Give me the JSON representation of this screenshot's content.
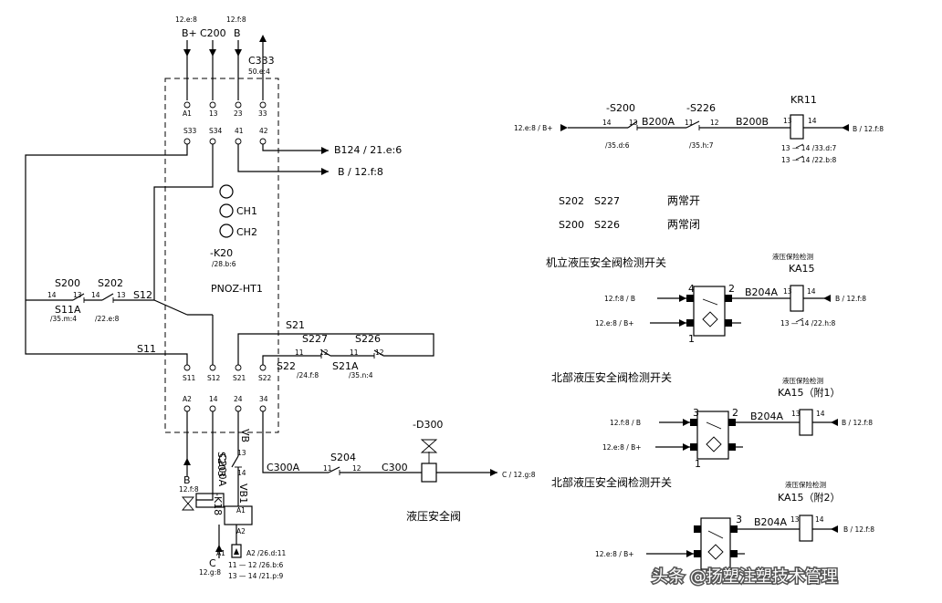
{
  "left": {
    "top_refs": {
      "bplus_ref": "12.e:8",
      "b_ref": "12.f:8"
    },
    "top_labels": {
      "bplus": "B+",
      "c200": "C200",
      "b": "B",
      "c333": "C333",
      "c333_ref": "50.e:4"
    },
    "terminals_top": [
      "A1",
      "13",
      "23",
      "33"
    ],
    "terminals_row2": [
      "S33",
      "S34",
      "41",
      "42"
    ],
    "out_b124": "B124 / 21.e:6",
    "out_b": "B / 12.f:8",
    "ch1": "CH1",
    "ch2": "CH2",
    "k20": "-K20",
    "k20_ref": "/28.b:6",
    "module": "PNOZ-HT1",
    "s200": "S200",
    "s202": "S202",
    "s12": "S12",
    "c14a": "14",
    "c13a": "13",
    "c14b": "14",
    "c13b": "13",
    "s11a": "S11A",
    "s11a_ref1": "/35.m:4",
    "s11a_ref2": "/22.e:8",
    "s21": "S21",
    "s227": "S227",
    "s226": "S226",
    "c11a": "11",
    "c12a": "12",
    "c11b": "11",
    "c12b": "12",
    "s22": "S22",
    "s21a": "S21A",
    "s21a_ref1": "/24.f:8",
    "s21a_ref2": "/35.n:4",
    "s11": "S11",
    "terminals_row3": [
      "S11",
      "S12",
      "S21",
      "S22"
    ],
    "terminals_bottom": [
      "A2",
      "14",
      "24",
      "34"
    ],
    "b_small": "B",
    "b_small_ref": "12.f:8",
    "c200a": "C200A",
    "s203": "S203",
    "vb": "VB",
    "vb1": "VB1",
    "k13": "13",
    "k14": "14",
    "k18": "-K18",
    "a1": "A1",
    "a2": "A2",
    "a1b": "A1",
    "a2b": "A2",
    "a2b_ref": "/26.d:11",
    "c_small": "C",
    "c_small_ref": "12.g:8",
    "ref_1112": "11 — 12 /26.b:6",
    "ref_1314": "13 — 14 /21.p:9",
    "c300a": "C300A",
    "s204": "S204",
    "c11c": "11",
    "c12c": "12",
    "c300": "C300",
    "d300": "-D300",
    "out_c": "C / 12.g:8",
    "valve_caption": "液压安全阀"
  },
  "topright": {
    "in_ref": "12.e:8 / B+",
    "s200": "-S200",
    "s226": "-S226",
    "c14": "14",
    "c13": "13",
    "c11": "11",
    "c12": "12",
    "b200a": "B200A",
    "b200b": "B200B",
    "s200_ref": "/35.d:6",
    "s226_ref": "/35.h:7",
    "kr11": "KR11",
    "kr_13": "13",
    "kr_14": "14",
    "kr_ref1": "13 — 14 /33.d:7",
    "kr_ref2": "13 — 14 /22.b:8",
    "out_ref": "B / 12.f:8"
  },
  "legend": {
    "row1": [
      "S202",
      "S227",
      "两常开"
    ],
    "row2": [
      "S200",
      "S226",
      "两常闭"
    ]
  },
  "sections": [
    {
      "title": "机立液压安全阀检测开关",
      "relay_caption": "液压保险检测",
      "relay": "KA15",
      "in_b": "12.f:8 / B",
      "in_bplus": "12.e:8 / B+",
      "pin_in": "4",
      "pin_out": "2",
      "pin_bottom": "1",
      "wire": "B204A",
      "relay_13": "13",
      "relay_14": "14",
      "out_ref": "B / 12.f:8",
      "contact_ref": "13 — 14 /22.h:8"
    },
    {
      "title": "北部液压安全阀检测开关",
      "relay_caption": "液压保险检测",
      "relay": "KA15（附1）",
      "in_b": "12.f:8 / B",
      "in_bplus": "12.e:8 / B+",
      "pin_in": "3",
      "pin_out": "2",
      "pin_bottom": "1",
      "wire": "B204A",
      "relay_13": "13",
      "relay_14": "14",
      "out_ref": "B / 12.f:8"
    },
    {
      "title": "北部液压安全阀检测开关",
      "relay_caption": "液压保险检测",
      "relay": "KA15（附2）",
      "in_bplus": "12.e:8 / B+",
      "pin_in": "3",
      "wire": "B204A",
      "relay_13": "13",
      "relay_14": "14",
      "out_ref": "B / 12.f:8"
    }
  ],
  "watermark": "头条 @扬塑注塑技术管理"
}
